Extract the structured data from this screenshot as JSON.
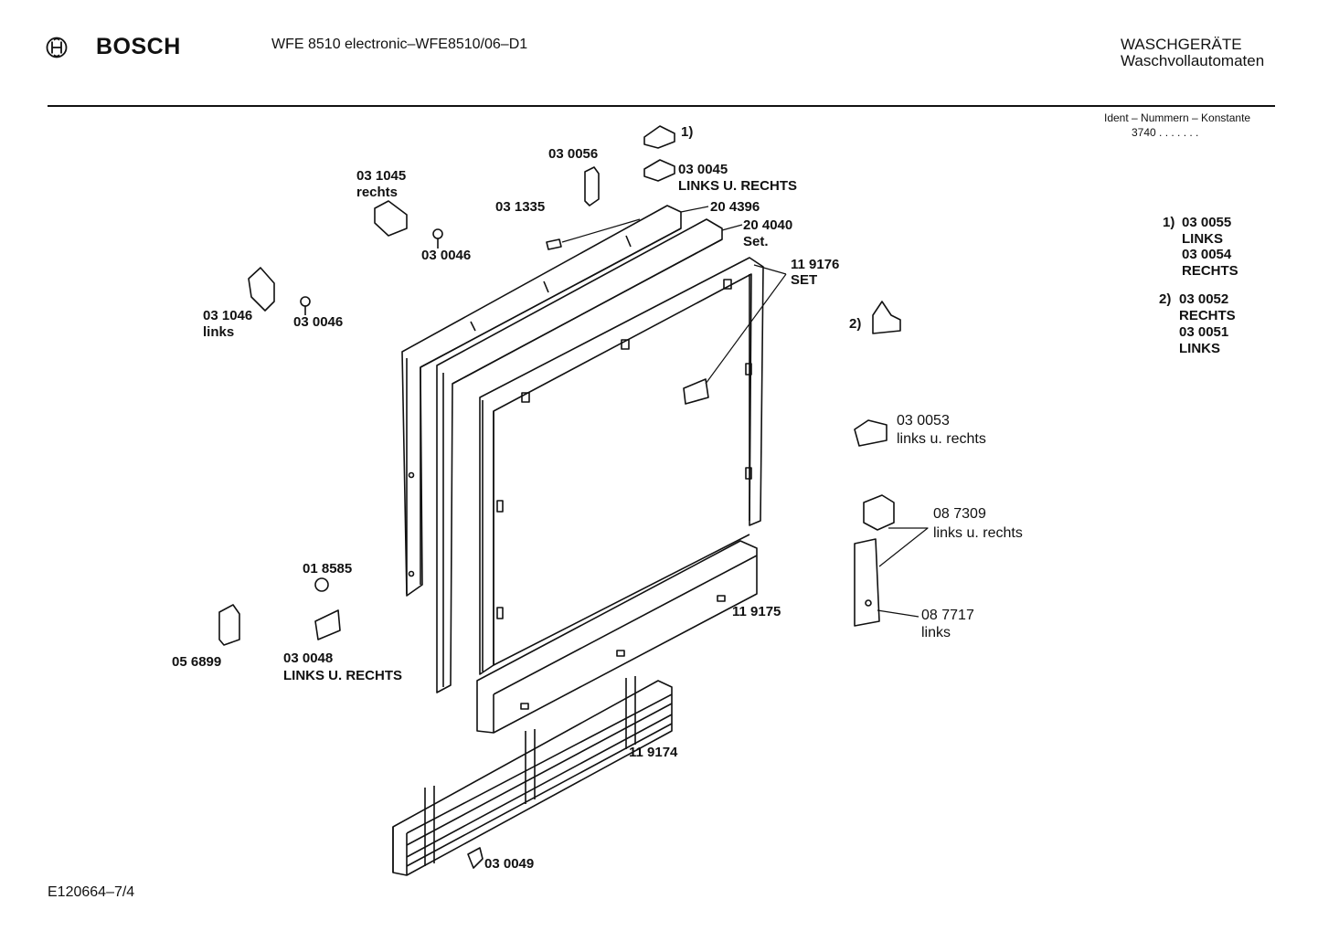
{
  "header": {
    "brand": "BOSCH",
    "model": "WFE 8510 electronic–WFE8510/06–D1",
    "category_line1": "WASCHGERÄTE",
    "category_line2": "Waschvollautomaten",
    "ident_title": "Ident – Nummern – Konstante",
    "ident_value": "3740 . . .  . . . ."
  },
  "notes": {
    "n1_marker": "1)",
    "n1_line1": "03 0055",
    "n1_line2": "LINKS",
    "n1_line3": "03 0054",
    "n1_line4": "RECHTS",
    "n2_marker": "2)",
    "n2_line1": "03 0052",
    "n2_line2": "RECHTS",
    "n2_line3": "03 0051",
    "n2_line4": "LINKS"
  },
  "parts": {
    "p1_marker": "1)",
    "p030056": "03 0056",
    "p030045": "03 0045",
    "p030045_sub": "LINKS U. RECHTS",
    "p031045": "03 1045",
    "p031045_sub": "rechts",
    "p031335": "03 1335",
    "p204396": "20 4396",
    "p204040": "20 4040",
    "p204040_sub": "Set.",
    "p030046_a": "03 0046",
    "p119176": "11 9176",
    "p119176_sub": "SET",
    "p031046": "03 1046",
    "p031046_sub": "links",
    "p030046_b": "03 0046",
    "p2_marker": "2)",
    "p030053": "03 0053",
    "p030053_sub": "links u. rechts",
    "p087309": "08 7309",
    "p087309_sub": "links u. rechts",
    "p018585": "01 8585",
    "p119175": "11 9175",
    "p087717": "08 7717",
    "p087717_sub": "links",
    "p056899": "05 6899",
    "p030048": "03 0048",
    "p030048_sub": "LINKS U. RECHTS",
    "p119174": "11 9174",
    "p030049": "03 0049"
  },
  "footer": {
    "code": "E120664–7/4"
  }
}
